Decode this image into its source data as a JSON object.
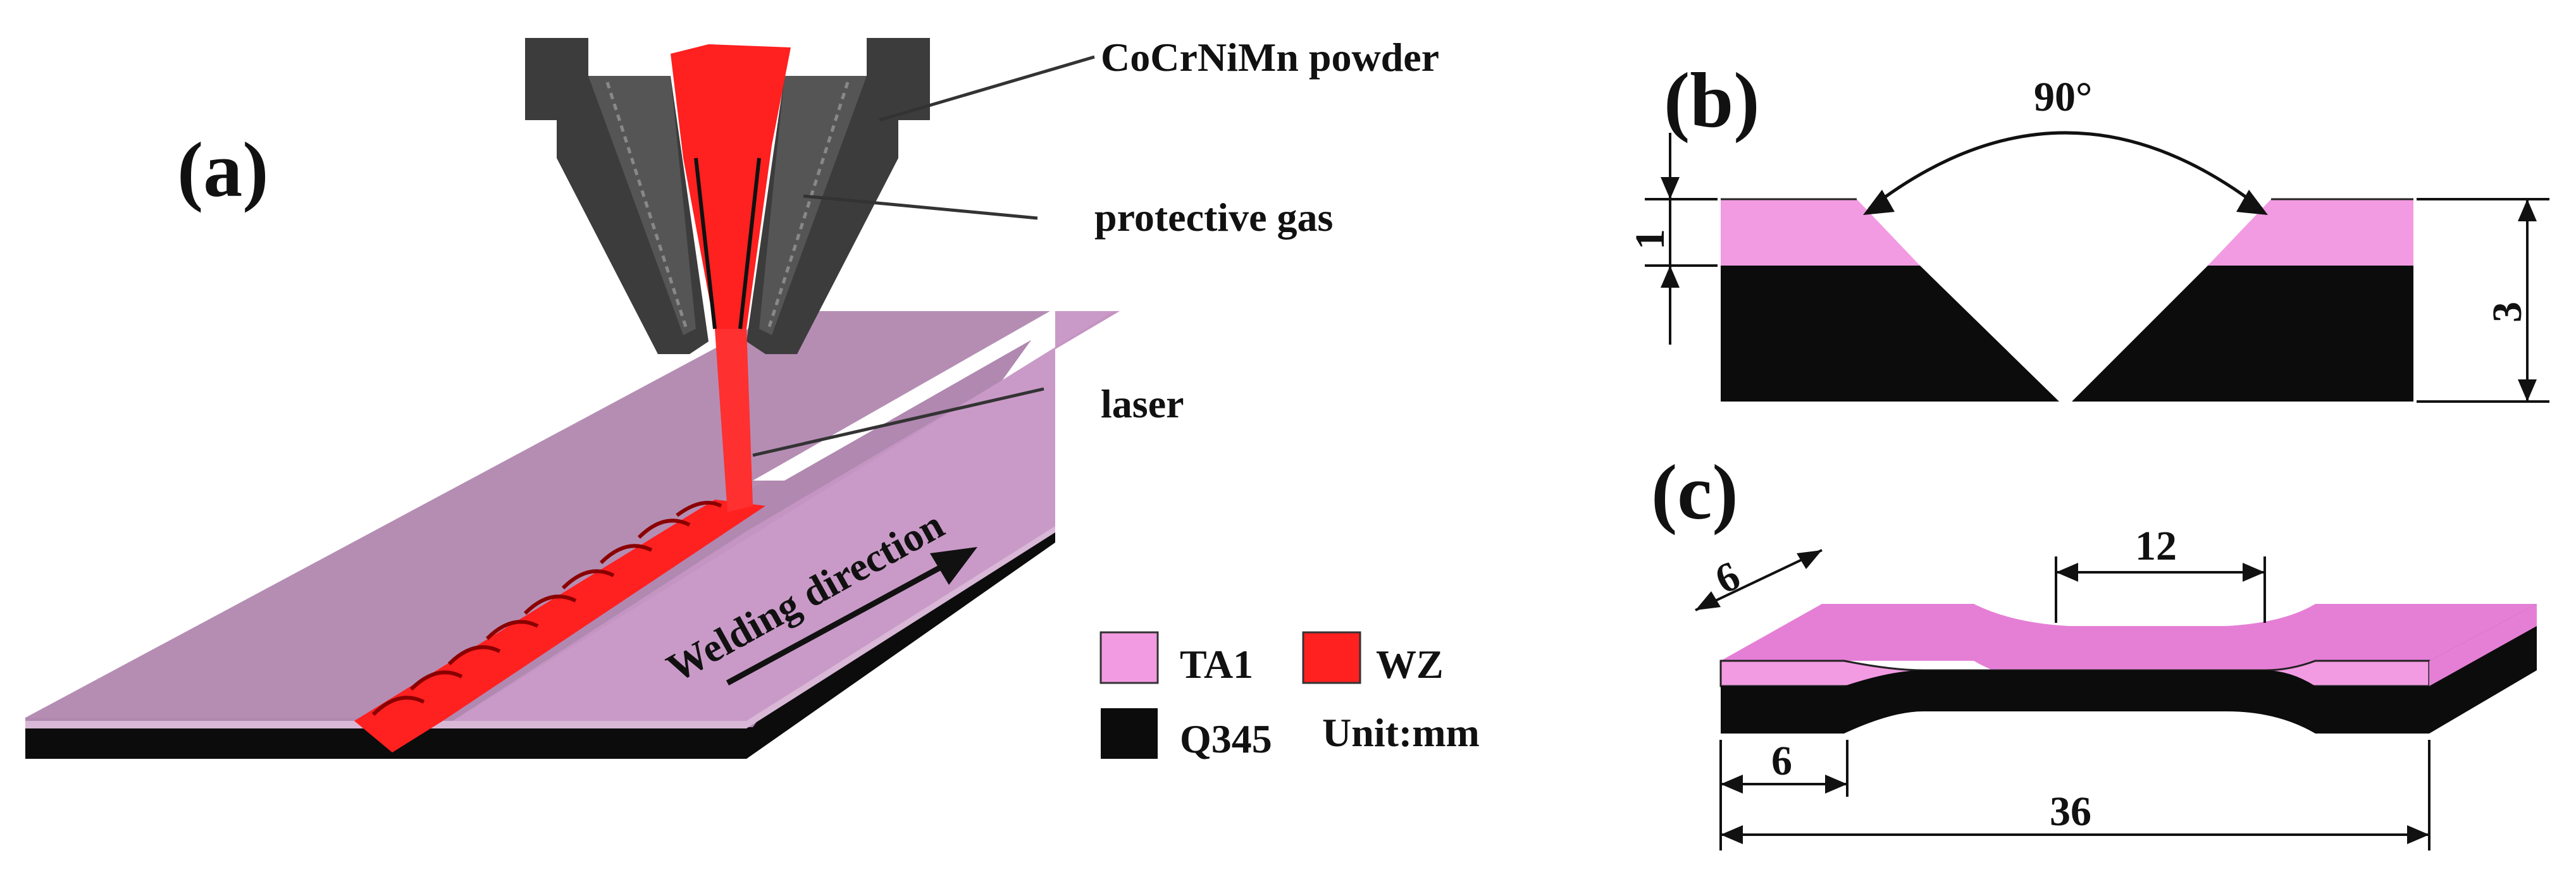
{
  "panels": {
    "a": {
      "label": "(a)"
    },
    "b": {
      "label": "(b)"
    },
    "c": {
      "label": "(c)"
    }
  },
  "callouts": {
    "powder": "CoCrNiMn powder",
    "gas": "protective gas",
    "laser": "laser",
    "direction": "Welding direction"
  },
  "legend": {
    "ta1": "TA1",
    "wz": "WZ",
    "q345": "Q345",
    "unit": "Unit:mm"
  },
  "dimensions_b": {
    "angle": "90°",
    "top_layer": "1",
    "total": "3"
  },
  "dimensions_c": {
    "width": "6",
    "gauge": "12",
    "shoulder": "6",
    "length": "36"
  },
  "colors": {
    "ta1": "#f29be2",
    "ta1_plate": "#c492c0",
    "wz": "#ff2020",
    "q345": "#0c0c0c",
    "nozzle": "#3c3c3c"
  }
}
